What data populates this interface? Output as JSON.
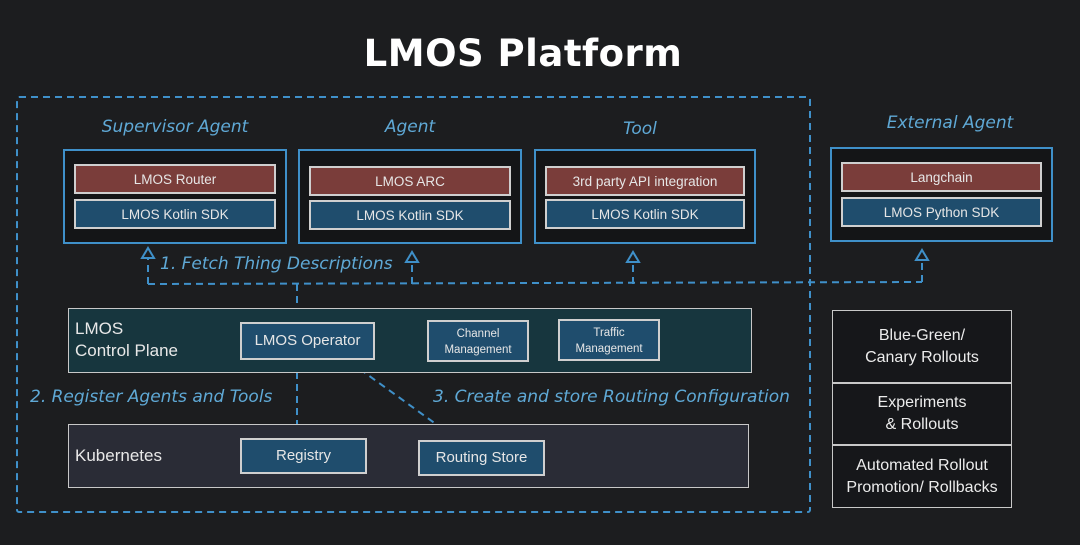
{
  "title": "LMOS Platform",
  "agents": [
    {
      "heading": "Supervisor Agent",
      "top_bar": "LMOS Router",
      "bottom_bar": "LMOS Kotlin SDK"
    },
    {
      "heading": "Agent",
      "top_bar": "LMOS ARC",
      "bottom_bar": "LMOS Kotlin SDK"
    },
    {
      "heading": "Tool",
      "top_bar": "3rd party API integration",
      "bottom_bar": "LMOS Kotlin SDK"
    },
    {
      "heading": "External Agent",
      "top_bar": "Langchain",
      "bottom_bar": "LMOS Python SDK"
    }
  ],
  "steps": {
    "fetch": "1. Fetch Thing Descriptions",
    "register": "2. Register Agents and Tools",
    "routing": "3. Create and store Routing Configuration"
  },
  "control_plane": {
    "label_line1": "LMOS",
    "label_line2": "Control Plane",
    "operator": "LMOS Operator",
    "channel_line1": "Channel",
    "channel_line2": "Management",
    "traffic_line1": "Traffic",
    "traffic_line2": "Management"
  },
  "kubernetes": {
    "label": "Kubernetes",
    "registry": "Registry",
    "routing_store": "Routing Store"
  },
  "side_panel": [
    {
      "line1": "Blue-Green/",
      "line2": "Canary Rollouts"
    },
    {
      "line1": "Experiments",
      "line2": "& Rollouts"
    },
    {
      "line1": "Automated Rollout",
      "line2": "Promotion/ Rollbacks"
    }
  ],
  "colors": {
    "background": "#1c1d1f",
    "accent_blue": "#3f90c9",
    "handwriting_blue": "#5fa9d6",
    "red_bar": "#7a3d3a",
    "blue_bar": "#1f4d6d",
    "control_plane_bg": "#17363e",
    "kubernetes_bg": "#2a2c36"
  }
}
